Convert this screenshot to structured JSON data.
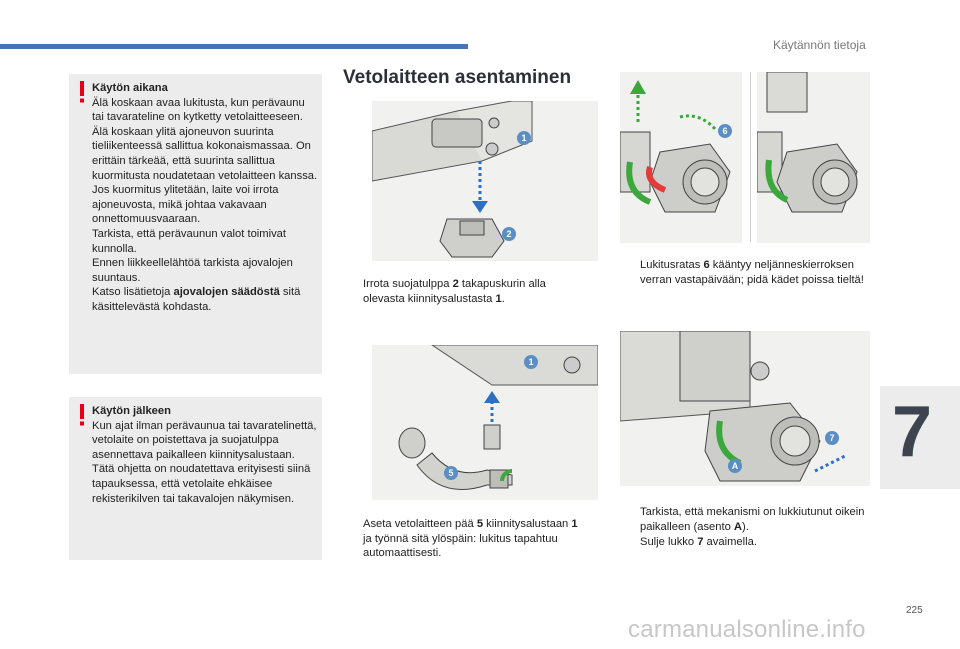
{
  "header": {
    "title": "Käytännön tietoja",
    "chapter": "7",
    "page_number": "225"
  },
  "watermark": "carmanualsonline.info",
  "warnings": [
    {
      "heading": "Käytön aikana",
      "paragraphs": [
        "Älä koskaan avaa lukitusta, kun perävaunu tai tavarateline on kytketty vetolaitteeseen.",
        "Älä koskaan ylitä ajoneuvon suurinta tieliikenteessä sallittua kokonaismassaa. On erittäin tärkeää, että suurinta sallittua kuormitusta noudatetaan vetolaitteen kanssa. Jos kuormitus ylitetään, laite voi irrota ajoneuvosta, mikä johtaa vakavaan onnettomuusvaaraan.",
        "Tarkista, että perävaunun valot toimivat kunnolla.",
        "Ennen liikkeellelähtöä tarkista ajovalojen suuntaus."
      ],
      "ref_prefix": "Katso lisätietoja ",
      "ref_bold": "ajovalojen säädöstä",
      "ref_suffix": " sitä käsittelevästä kohdasta."
    },
    {
      "heading": "Käytön jälkeen",
      "paragraphs": [
        "Kun ajat ilman perävaunua tai tavaratelinettä, vetolaite on poistettava ja suojatulppa asennettava paikalleen kiinnitysalustaan. Tätä ohjetta on noudatettava erityisesti siinä tapauksessa, että vetolaite ehkäisee rekisterikilven tai takavalojen näkymisen."
      ]
    }
  ],
  "section_title": "Vetolaitteen asentaminen",
  "steps": {
    "s1": {
      "bullet": "",
      "pre": "Irrota suojatulppa ",
      "b1": "2",
      "mid": " takapuskurin alla olevasta kiinnitysalustasta ",
      "b2": "1",
      "post": "."
    },
    "s2": {
      "bullet": "",
      "pre": "Aseta vetolaitteen pää ",
      "b1": "5",
      "mid": " kiinnitysalustaan ",
      "b2": "1",
      "post": " ja työnnä sitä ylöspäin: lukitus tapahtuu automaattisesti."
    },
    "s3": {
      "bullet": "",
      "pre": "Lukitusratas ",
      "b1": "6",
      "post": " kääntyy neljänneskierroksen verran vastapäivään; pidä kädet poissa tieltä!"
    },
    "s4": {
      "bullet": "",
      "pre": "Tarkista, että mekanismi on lukkiutunut oikein paikalleen (asento ",
      "b1": "A",
      "post": ")."
    },
    "s5": {
      "bullet": "",
      "pre": "Sulje lukko ",
      "b1": "7",
      "post": " avaimella."
    }
  },
  "figure_labels": {
    "fig1": [
      "1",
      "2"
    ],
    "fig2": [
      "1",
      "5"
    ],
    "fig3": [
      "6"
    ],
    "fig5": [
      "7",
      "A"
    ]
  },
  "colors": {
    "accent": "#4a74b4",
    "label_bg": "#5b8ec4",
    "green": "#3aa83a",
    "red": "#e23b3b",
    "warning": "#e2001a"
  }
}
